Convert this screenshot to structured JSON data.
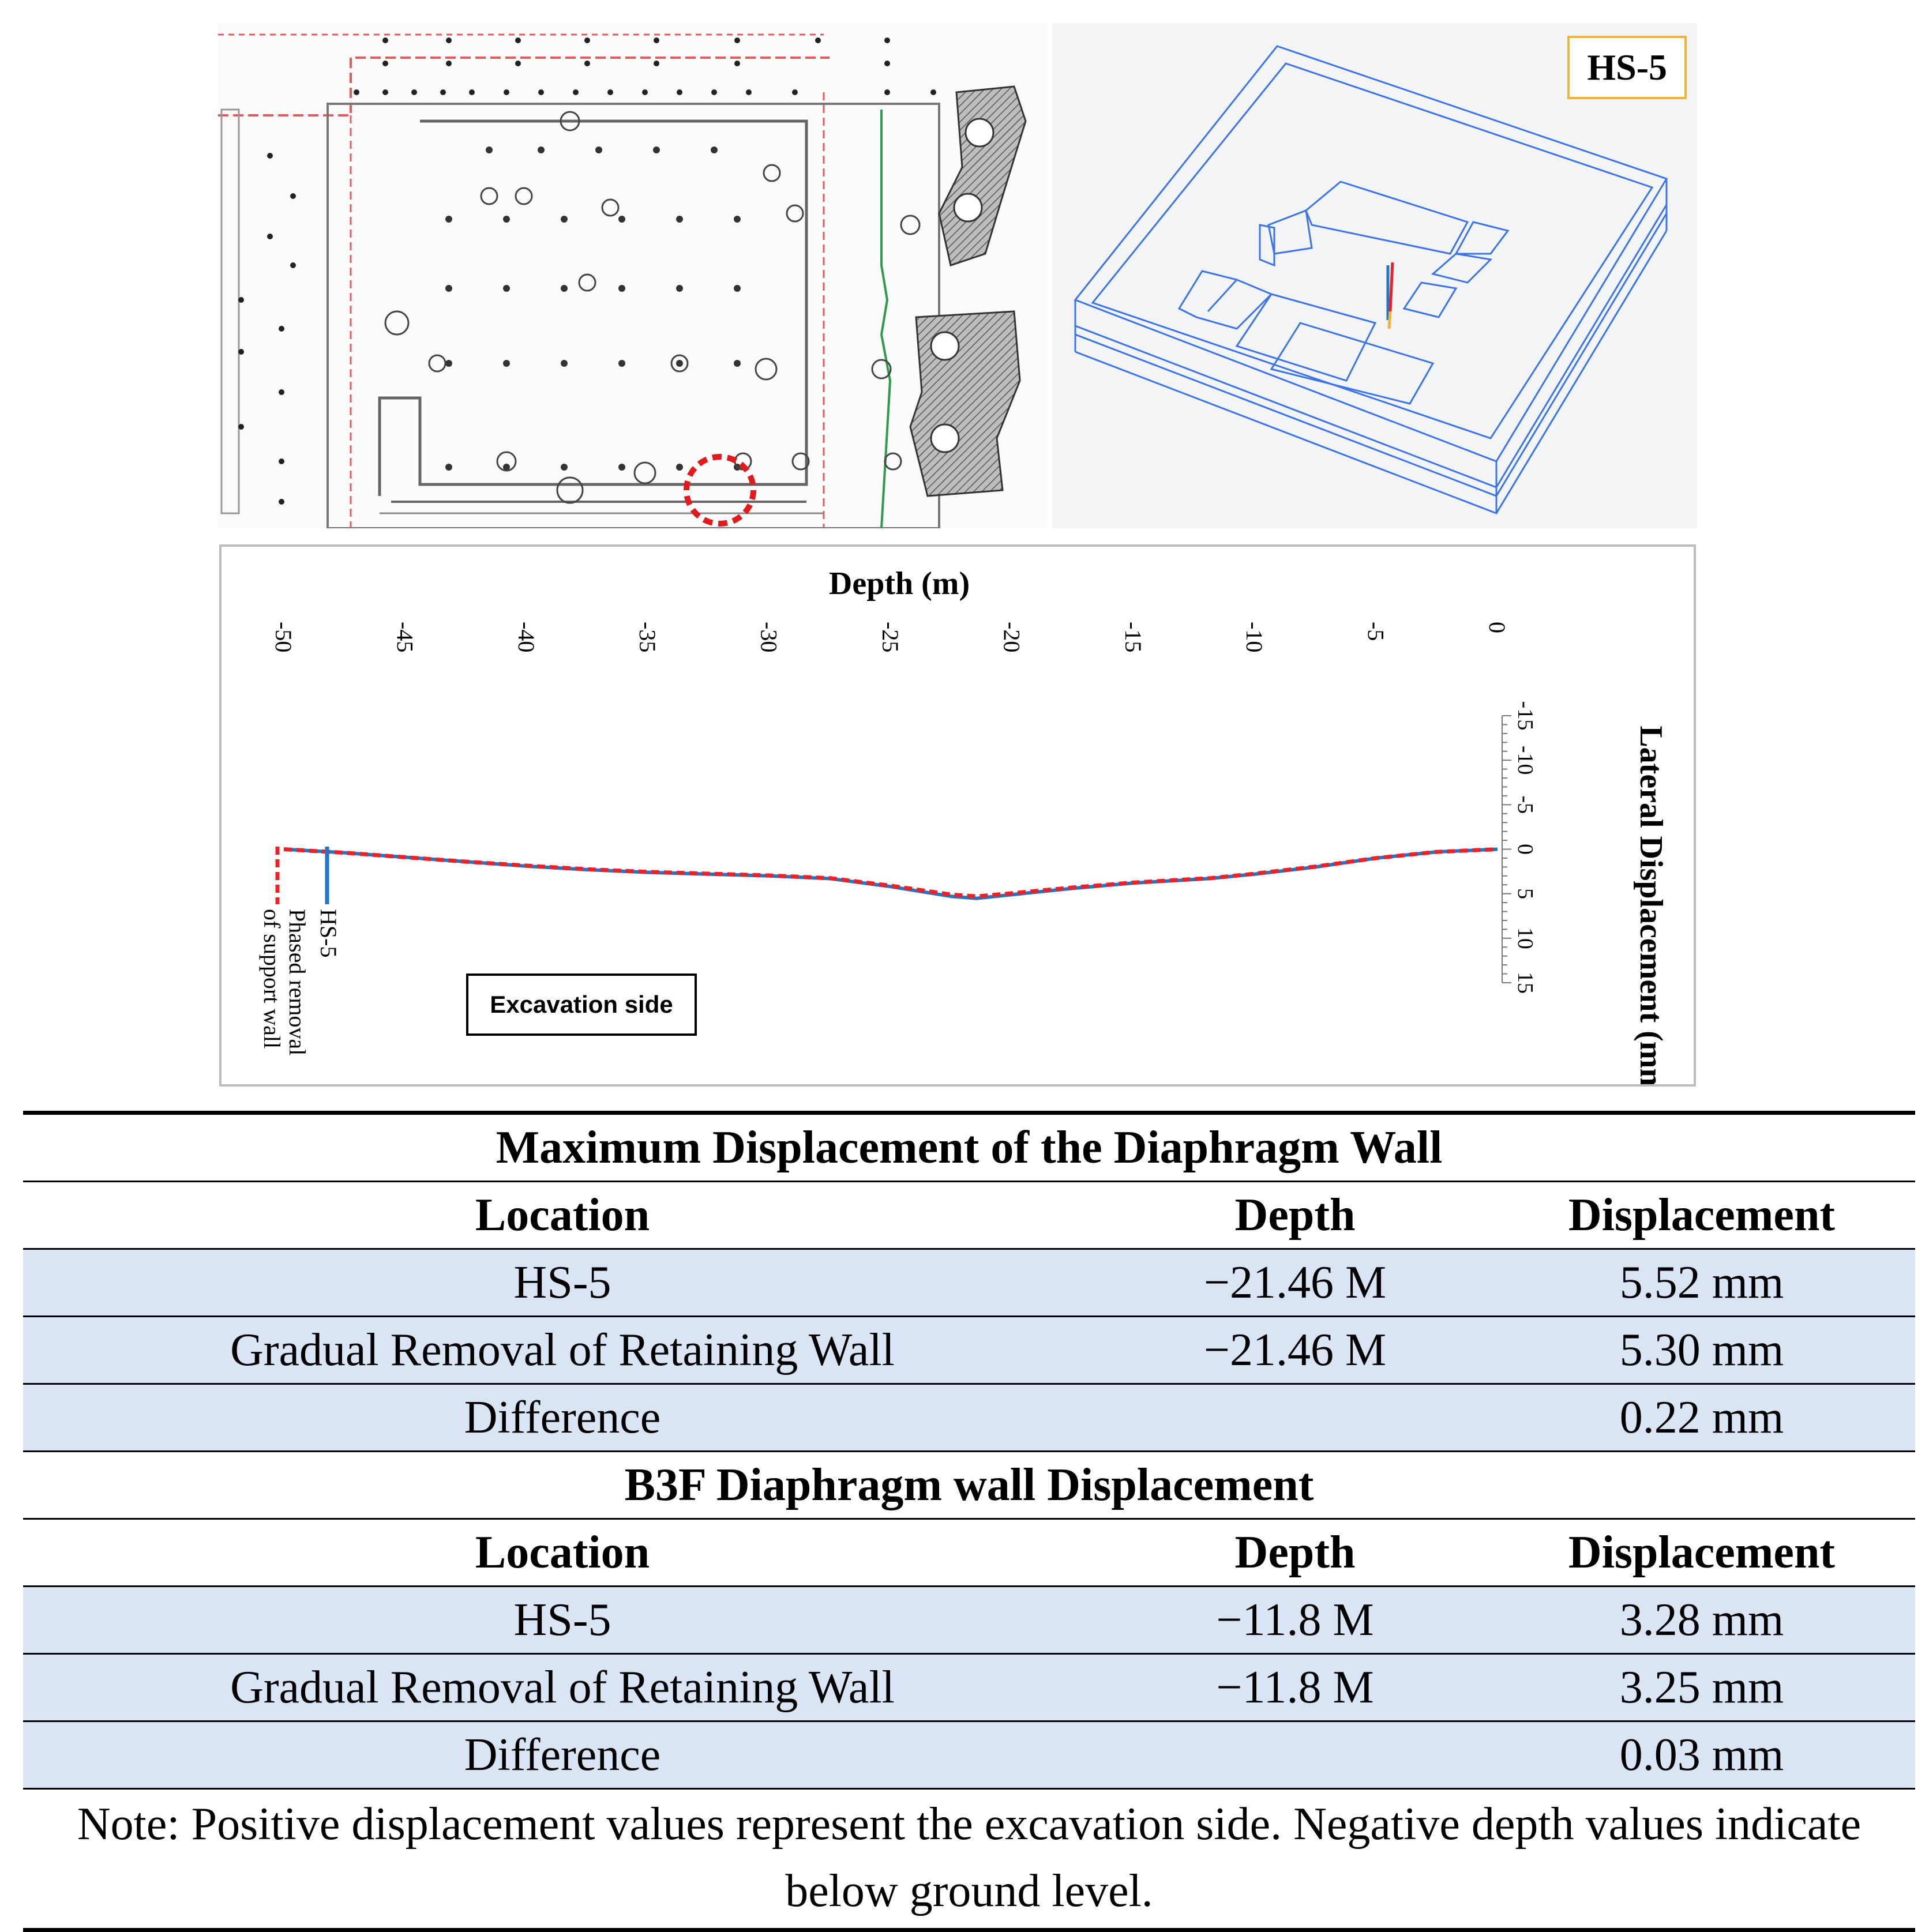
{
  "model_label": "HS-5",
  "chart_data": {
    "type": "line",
    "title": "",
    "xlabel": "Depth (m)",
    "ylabel": "Lateral Displacement (mm)",
    "xlim": [
      -50,
      0
    ],
    "ylim": [
      -15,
      15
    ],
    "x_ticks": [
      "-50",
      "-45",
      "-40",
      "-35",
      "-30",
      "-25",
      "-20",
      "-15",
      "-10",
      "-5",
      "0"
    ],
    "y_ticks": [
      "-15",
      "-10",
      "-5",
      "0",
      "5",
      "10",
      "15"
    ],
    "annotation": "Excavation side",
    "series": [
      {
        "name": "HS-5",
        "color": "#1f77c8",
        "x": [
          -50,
          -47.5,
          -45,
          -42.5,
          -40,
          -37.5,
          -35,
          -32.5,
          -30,
          -27.5,
          -25,
          -22.5,
          -21.46,
          -20,
          -17.5,
          -15,
          -12.5,
          -11.8,
          -10,
          -7.5,
          -5,
          -2.5,
          0
        ],
        "y": [
          0,
          0.4,
          0.9,
          1.4,
          1.9,
          2.3,
          2.6,
          2.8,
          3.0,
          3.3,
          4.2,
          5.3,
          5.52,
          5.1,
          4.4,
          3.8,
          3.4,
          3.28,
          2.8,
          2.0,
          1.0,
          0.3,
          0
        ]
      },
      {
        "name": "Phased removal of support wall",
        "color": "#e8232a",
        "x": [
          -50,
          -47.5,
          -45,
          -42.5,
          -40,
          -37.5,
          -35,
          -32.5,
          -30,
          -27.5,
          -25,
          -22.5,
          -21.46,
          -20,
          -17.5,
          -15,
          -12.5,
          -11.8,
          -10,
          -7.5,
          -5,
          -2.5,
          0
        ],
        "y": [
          0,
          0.4,
          0.9,
          1.4,
          1.85,
          2.25,
          2.55,
          2.75,
          2.95,
          3.25,
          4.1,
          5.1,
          5.3,
          4.95,
          4.3,
          3.75,
          3.35,
          3.25,
          2.75,
          1.95,
          1.0,
          0.3,
          0
        ]
      }
    ]
  },
  "table": {
    "section1_title": "Maximum Displacement of the Diaphragm Wall",
    "section2_title": "B3F Diaphragm wall Displacement",
    "headers": [
      "Location",
      "Depth",
      "Displacement"
    ],
    "section1_rows": [
      [
        "HS-5",
        "−21.46 M",
        "5.52 mm"
      ],
      [
        "Gradual Removal of Retaining Wall",
        "−21.46 M",
        "5.30 mm"
      ],
      [
        "Difference",
        "",
        "0.22 mm"
      ]
    ],
    "section2_rows": [
      [
        "HS-5",
        "−11.8 M",
        "3.28 mm"
      ],
      [
        "Gradual Removal of Retaining Wall",
        "−11.8 M",
        "3.25 mm"
      ],
      [
        "Difference",
        "",
        "0.03 mm"
      ]
    ],
    "note": "Note: Positive displacement values represent the excavation side. Negative depth values indicate below ground level."
  }
}
